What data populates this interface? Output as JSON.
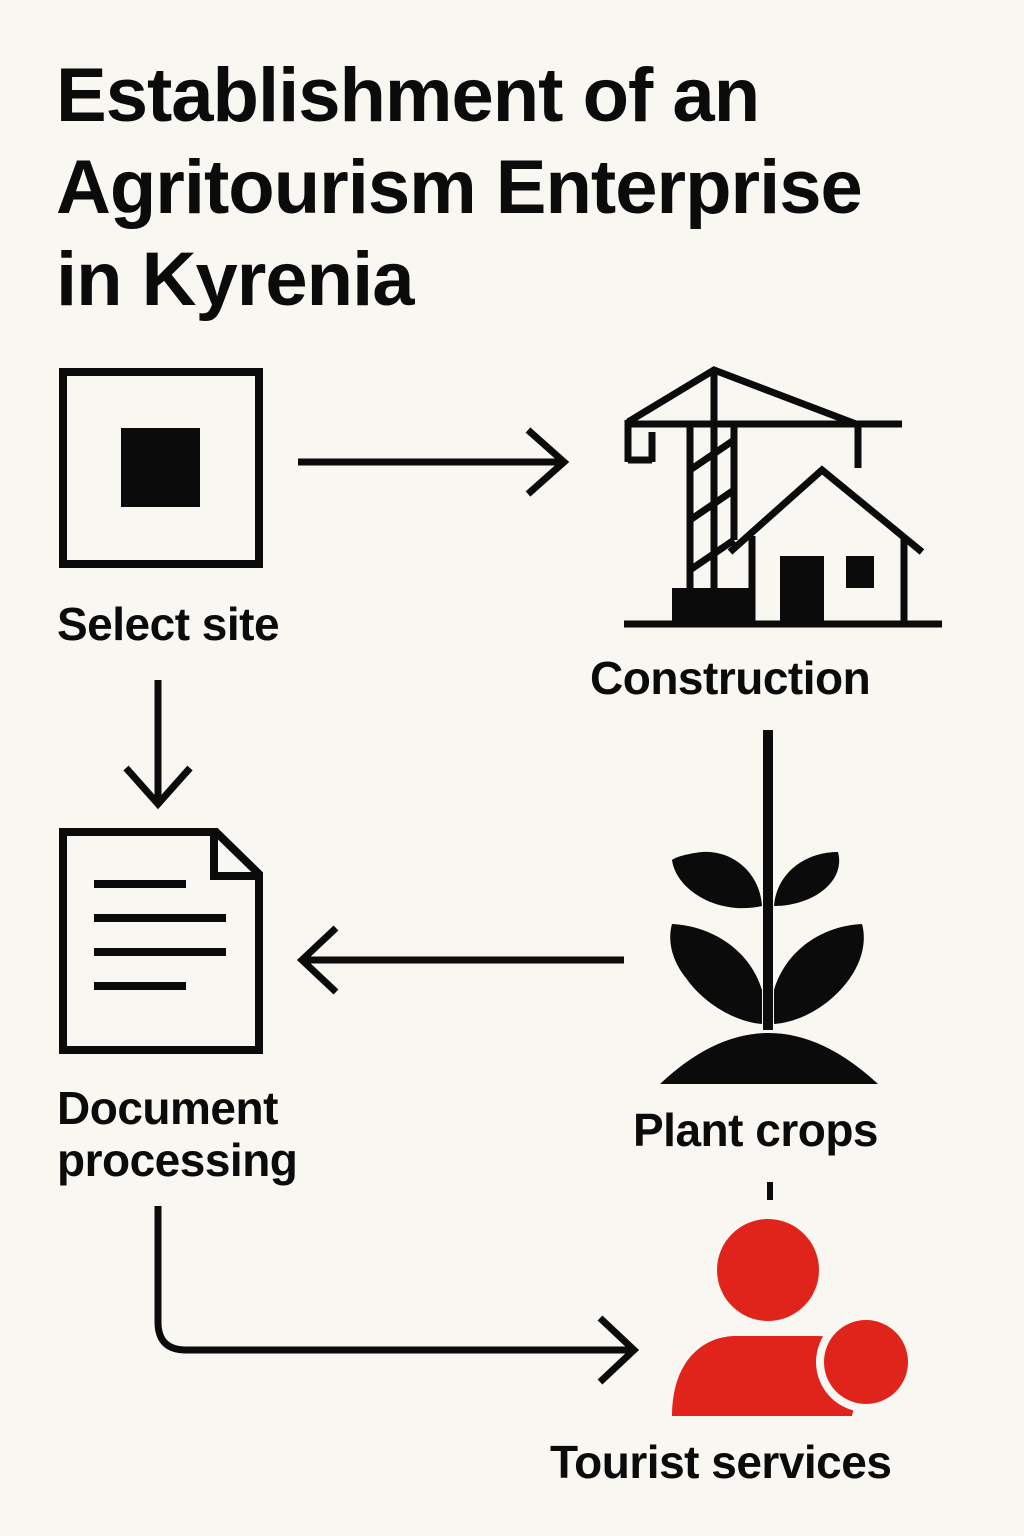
{
  "title": {
    "lines": [
      "Establishment of an",
      "Agritourism Enterprise",
      "in Kyrenia"
    ]
  },
  "steps": {
    "select_site": {
      "label": "Select site",
      "icon": "site-square-icon"
    },
    "construction": {
      "label": "Construction",
      "icon": "crane-house-icon"
    },
    "document_processing": {
      "label": "Document\nprocessing",
      "icon": "document-icon"
    },
    "plant_crops": {
      "label": "Plant crops",
      "icon": "plant-sprout-icon"
    },
    "tourist_services": {
      "label": "Tourist services",
      "icon": "tourist-people-icon"
    }
  },
  "colors": {
    "background": "#f9f7f1",
    "ink": "#0b0b0b",
    "accent": "#e0241b"
  }
}
